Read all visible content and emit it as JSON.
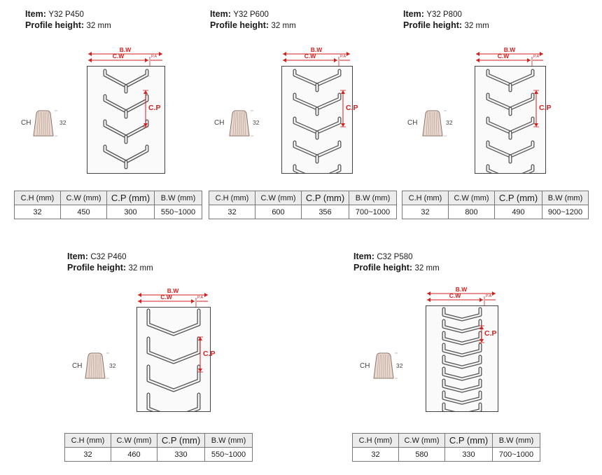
{
  "specs": [
    {
      "item_label": "Item:",
      "item": "Y32 P450",
      "profile_label": "Profile height:",
      "profile_height": "32 mm",
      "pattern": "Y",
      "bw_label": "B.W",
      "cw_label": "C.W",
      "pa_label": "P.A",
      "cp_label": "C.P",
      "ch_label": "CH",
      "height_label": "32",
      "headers": [
        "C.H (mm)",
        "C.W (mm)",
        "C.P (mm)",
        "B.W (mm)"
      ],
      "values": [
        "32",
        "450",
        "300",
        "550~1000"
      ]
    },
    {
      "item_label": "Item:",
      "item": "Y32 P600",
      "profile_label": "Profile height:",
      "profile_height": "32 mm",
      "pattern": "Y",
      "bw_label": "B.W",
      "cw_label": "C.W",
      "pa_label": "P.A",
      "cp_label": "C.P",
      "ch_label": "CH",
      "height_label": "32",
      "headers": [
        "C.H (mm)",
        "C.W (mm)",
        "C.P (mm)",
        "B.W (mm)"
      ],
      "values": [
        "32",
        "600",
        "356",
        "700~1000"
      ]
    },
    {
      "item_label": "Item:",
      "item": "Y32 P800",
      "profile_label": "Profile height:",
      "profile_height": "32 mm",
      "pattern": "Y",
      "bw_label": "B.W",
      "cw_label": "C.W",
      "pa_label": "P.A",
      "cp_label": "C.P",
      "ch_label": "CH",
      "height_label": "32",
      "headers": [
        "C.H (mm)",
        "C.W (mm)",
        "C.P (mm)",
        "B.W (mm)"
      ],
      "values": [
        "32",
        "800",
        "490",
        "900~1200"
      ]
    },
    {
      "item_label": "Item:",
      "item": "C32 P460",
      "profile_label": "Profile height:",
      "profile_height": "32 mm",
      "pattern": "C",
      "bw_label": "B.W",
      "cw_label": "C.W",
      "pa_label": "P.A",
      "cp_label": "C.P",
      "ch_label": "CH",
      "height_label": "32",
      "headers": [
        "C.H (mm)",
        "C.W (mm)",
        "C.P (mm)",
        "B.W (mm)"
      ],
      "values": [
        "32",
        "460",
        "330",
        "550~1000"
      ]
    },
    {
      "item_label": "Item:",
      "item": "C32 P580",
      "profile_label": "Profile height:",
      "profile_height": "32 mm",
      "pattern": "C",
      "bw_label": "B.W",
      "cw_label": "C.W",
      "pa_label": "P.A",
      "cp_label": "C.P",
      "ch_label": "CH",
      "height_label": "32",
      "headers": [
        "C.H (mm)",
        "C.W (mm)",
        "C.P (mm)",
        "B.W (mm)"
      ],
      "values": [
        "32",
        "580",
        "330",
        "700~1000"
      ]
    }
  ]
}
